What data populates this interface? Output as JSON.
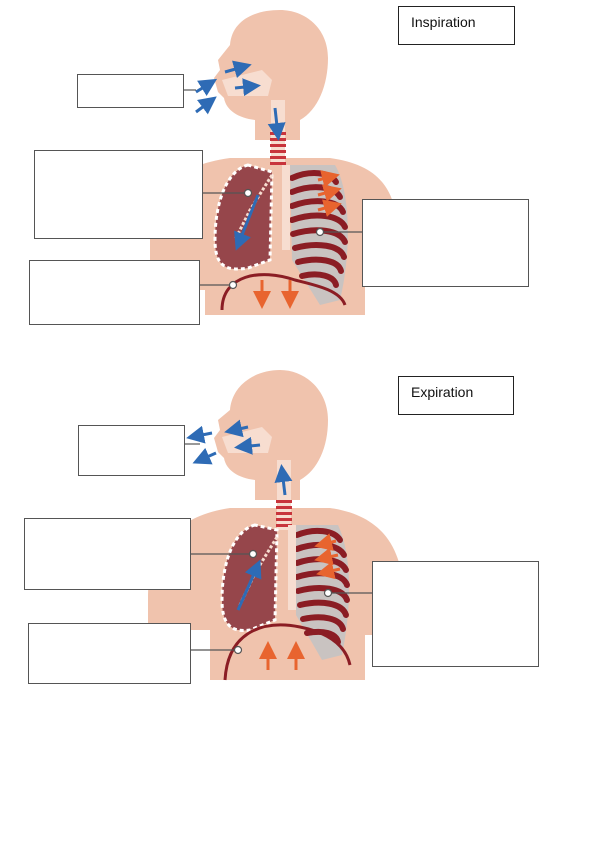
{
  "panels": [
    {
      "id": "inspiration",
      "title": "Inspiration",
      "label_boxes": [
        "",
        "",
        "",
        ""
      ]
    },
    {
      "id": "expiration",
      "title": "Expiration",
      "label_boxes": [
        "",
        "",
        "",
        ""
      ]
    }
  ],
  "colors": {
    "skin": "#f0c3ad",
    "skin_shadow": "#e7b096",
    "lung": "#96464b",
    "lung_edge": "#7a2d33",
    "rib": "#8b1d24",
    "rib_bg": "#c9c3c1",
    "trachea": "#c8343c",
    "airflow_arrow": "#2e6bb5",
    "muscle_arrow": "#e8642f",
    "leader_line": "#555555"
  }
}
